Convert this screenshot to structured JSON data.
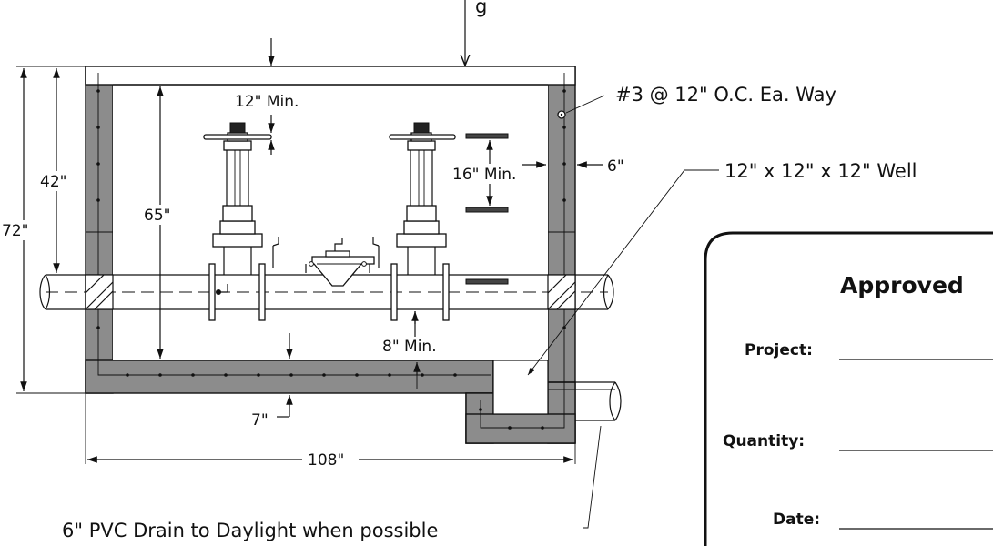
{
  "labels": {
    "top_partial": "g",
    "rebar_callout": "#3 @ 12\" O.C. Ea. Way",
    "wall_thickness": "6\"",
    "well_callout": "12\" x 12\" x 12\" Well",
    "valve_clearance_top": "12\" Min.",
    "valve_spacing": "16\" Min.",
    "pipe_clearance_bottom": "8\" Min.",
    "dim_42": "42\"",
    "dim_72": "72\"",
    "dim_65": "65\"",
    "dim_7": "7\"",
    "dim_108": "108\"",
    "drain_note": "6\" PVC Drain to Daylight when possible"
  },
  "approval_box": {
    "title": "Approved",
    "fields": [
      {
        "label": "Project:"
      },
      {
        "label": "Quantity:"
      },
      {
        "label": "Date:"
      }
    ]
  }
}
